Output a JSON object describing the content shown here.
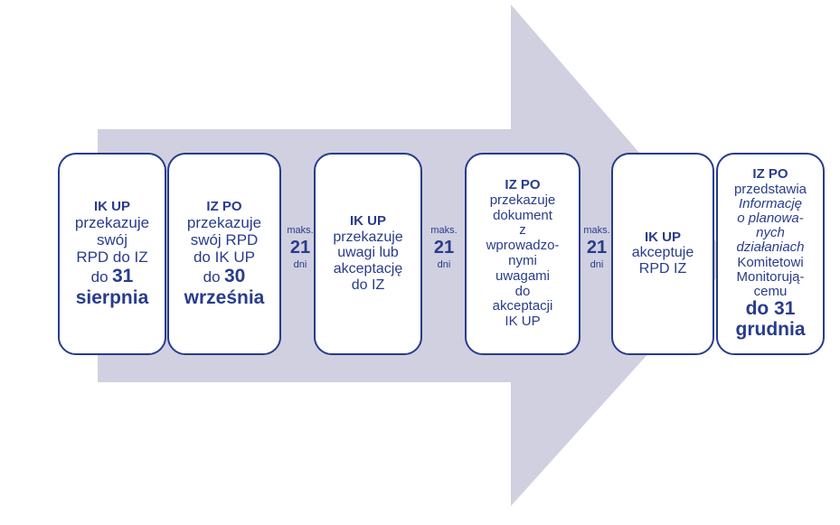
{
  "steps": [
    {
      "actor": "IK UP",
      "l1": "przekazuje",
      "l2": "swój",
      "l3": "RPD do IZ",
      "pre": "do",
      "num": "31",
      "month": "sierpnia"
    },
    {
      "actor": "IZ PO",
      "l1": "przekazuje",
      "l2": "swój RPD",
      "l3": "do IK UP",
      "pre": "do",
      "num": "30",
      "month": "września"
    },
    {
      "actor": "IK UP",
      "l1": "przekazuje",
      "l2": "uwagi lub",
      "l3": "akceptację",
      "l4": "do IZ"
    },
    {
      "actor": "IZ PO",
      "l1": "przekazuje",
      "l2": "dokument",
      "l3": "z",
      "l4": "wprowadzo-",
      "l5": "nymi",
      "l6": "uwagami",
      "l7": "do",
      "l8": "akceptacji",
      "l9": "IK UP"
    },
    {
      "actor": "IK UP",
      "l1": "akceptuje",
      "l2": "RPD IZ"
    },
    {
      "actor": "IZ PO",
      "l1": "przedstawia",
      "i1": "Informację",
      "i2": "o planowa-",
      "i3": "nych",
      "i4": "działaniach",
      "l2": "Komitetowi",
      "l3": "Monitorują-",
      "l4": "cemu",
      "b1": "do 31",
      "b2": "grudnia"
    }
  ],
  "gaps": [
    {
      "pre": "maks.",
      "num": "21",
      "unit": "dni"
    },
    {
      "pre": "maks.",
      "num": "21",
      "unit": "dni"
    },
    {
      "pre": "maks.",
      "num": "21",
      "unit": "dni"
    }
  ],
  "colors": {
    "arrow": "#d0d0e0",
    "box_border": "#283c8c",
    "text": "#283c8c"
  }
}
